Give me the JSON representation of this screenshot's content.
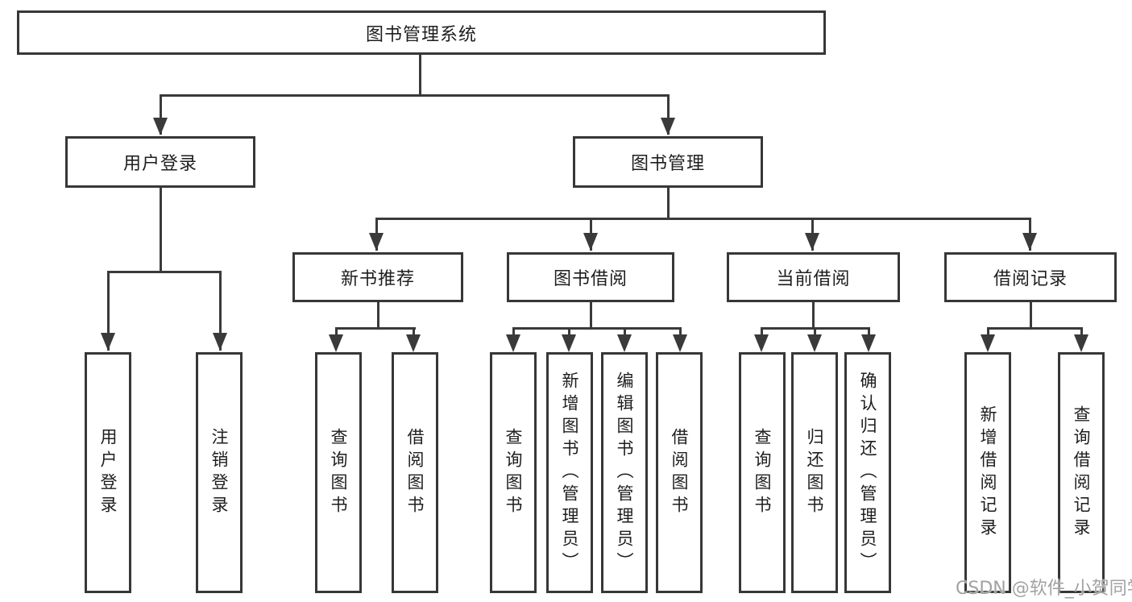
{
  "nodes": {
    "system": {
      "label": "图书管理系统"
    },
    "user_login": {
      "label": "用户登录"
    },
    "book_mgmt": {
      "label": "图书管理"
    },
    "new_book": {
      "label": "新书推荐"
    },
    "book_borrow": {
      "label": "图书借阅"
    },
    "current_borrow": {
      "label": "当前借阅"
    },
    "borrow_record": {
      "label": "借阅记录"
    },
    "leaf_user_login": {
      "label": "用户登录"
    },
    "leaf_logout": {
      "label": "注销登录"
    },
    "leaf_nb_query": {
      "label": "查询图书"
    },
    "leaf_nb_borrow": {
      "label": "借阅图书"
    },
    "leaf_bb_query": {
      "label": "查询图书"
    },
    "leaf_bb_add": {
      "label": "新增图书（管理员）"
    },
    "leaf_bb_edit": {
      "label": "编辑图书（管理员）"
    },
    "leaf_bb_borrow": {
      "label": "借阅图书"
    },
    "leaf_cb_query": {
      "label": "查询图书"
    },
    "leaf_cb_return": {
      "label": "归还图书"
    },
    "leaf_cb_confirm": {
      "label": "确认归还（管理员）"
    },
    "leaf_br_add": {
      "label": "新增借阅记录"
    },
    "leaf_br_query": {
      "label": "查询借阅记录"
    }
  },
  "hierarchy": {
    "root": "图书管理系统",
    "children": [
      {
        "label": "用户登录",
        "children": [
          "用户登录",
          "注销登录"
        ]
      },
      {
        "label": "图书管理",
        "children": [
          {
            "label": "新书推荐",
            "children": [
              "查询图书",
              "借阅图书"
            ]
          },
          {
            "label": "图书借阅",
            "children": [
              "查询图书",
              "新增图书（管理员）",
              "编辑图书（管理员）",
              "借阅图书"
            ]
          },
          {
            "label": "当前借阅",
            "children": [
              "查询图书",
              "归还图书",
              "确认归还（管理员）"
            ]
          },
          {
            "label": "借阅记录",
            "children": [
              "新增借阅记录",
              "查询借阅记录"
            ]
          }
        ]
      }
    ]
  },
  "watermark": {
    "text": "CSDN @软件_小贺同学"
  },
  "colors": {
    "background": "#ffffff",
    "box_border": "#373737",
    "connector": "#3a3a3a",
    "text": "#1e1e1e",
    "watermark": "#a2a2a2"
  }
}
